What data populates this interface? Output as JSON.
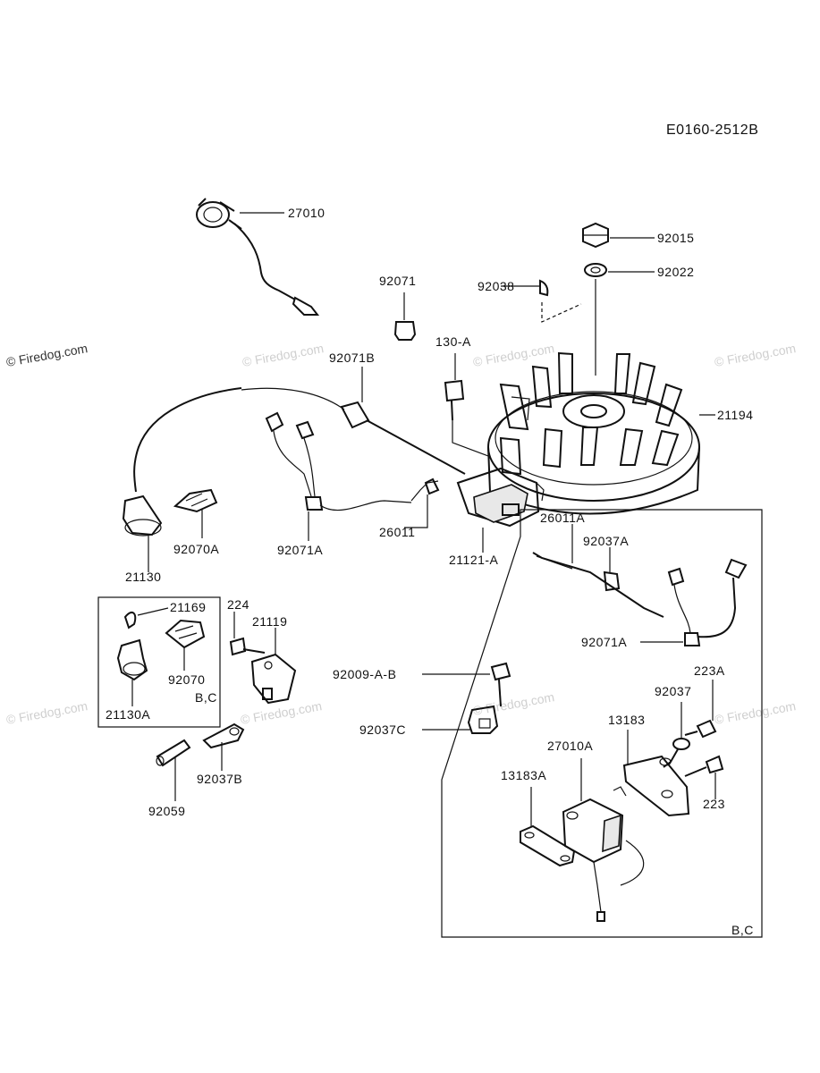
{
  "diagram_code": "E0160-2512B",
  "watermark": "© Firedog.com",
  "parts": {
    "p27010": "27010",
    "p92015": "92015",
    "p92022": "92022",
    "p92071": "92071",
    "p92038": "92038",
    "p130A": "130-A",
    "p92071B": "92071B",
    "p21194": "21194",
    "p21130": "21130",
    "p92070A": "92070A",
    "p92071A": "92071A",
    "p26011": "26011",
    "p21121A": "21121-A",
    "p26011A": "26011A",
    "p92037A": "92037A",
    "p92071A_2": "92071A",
    "p21169": "21169",
    "p224": "224",
    "p21119": "21119",
    "p92070": "92070",
    "p21130A": "21130A",
    "bc_left": "B,C",
    "p92009AB": "92009-A-B",
    "p92037C": "92037C",
    "p223A": "223A",
    "p92037": "92037",
    "p13183": "13183",
    "p27010A": "27010A",
    "p13183A": "13183A",
    "p223": "223",
    "bc_right": "B,C",
    "p92037B": "92037B",
    "p92059": "92059"
  }
}
